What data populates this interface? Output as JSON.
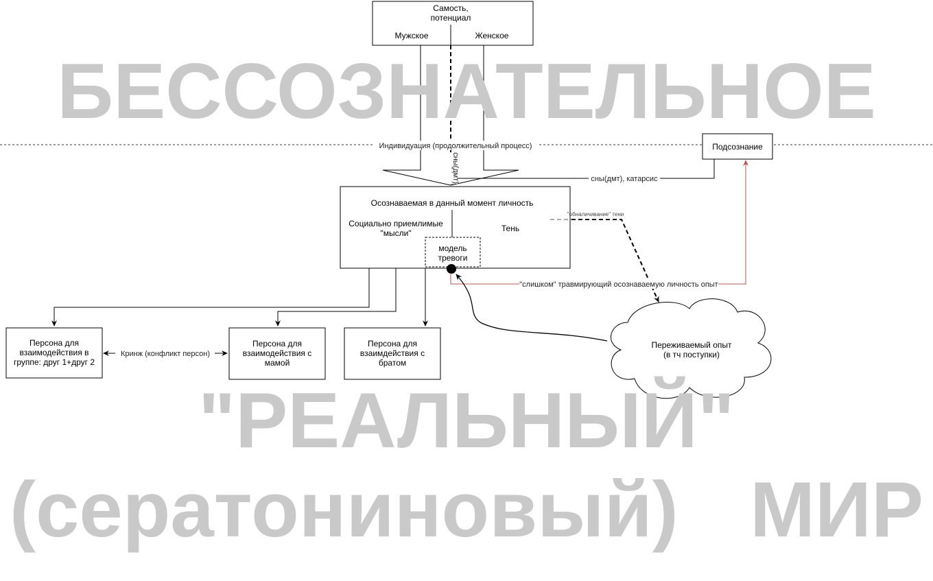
{
  "watermark": {
    "line1": "БЕССОЗНАТЕЛЬНОЕ",
    "line2": "\"РЕАЛЬНЫЙ\"",
    "line3": "(сератониновый)",
    "line4": "МИР"
  },
  "self_box": {
    "title1": "Самость,",
    "title2": "потенциал",
    "male": "Мужское",
    "female": "Женское"
  },
  "individuation_label": "Индивидуация (продолжительный процесс)",
  "dreams_vertical_label": "сны(дмт)",
  "subconscious": {
    "label": "Подсознание",
    "edge_label": "сны(дмт), катарсис"
  },
  "conscious_box": {
    "title": "Осознаваемая в данный момент личность",
    "social1": "Социально приемлимые",
    "social2": "\"мысли\"",
    "shadow": "Тень",
    "anxiety1": "модель",
    "anxiety2": "тревоги"
  },
  "shadow_edge_label": "\"обналичивание\" тени",
  "trauma_edge_label": "\"слишком\" травмирующий осознаваемую личность опыт",
  "experience": {
    "line1": "Переживаемый опыт",
    "line2": "(в тч поступки)"
  },
  "personas": [
    {
      "line1": "Персона для",
      "line2": "взаимодействия в",
      "line3": "группе: друг 1+друг 2"
    },
    {
      "line1": "Персона для",
      "line2": "взаимодействия с",
      "line3": "мамой"
    },
    {
      "line1": "Персона для",
      "line2": "взаимдействия с",
      "line3": "братом"
    }
  ],
  "cringe_label": "Кринж (конфликт персон)",
  "colors": {
    "watermark": "#c9c9c9",
    "red_edge": "#b85450"
  }
}
